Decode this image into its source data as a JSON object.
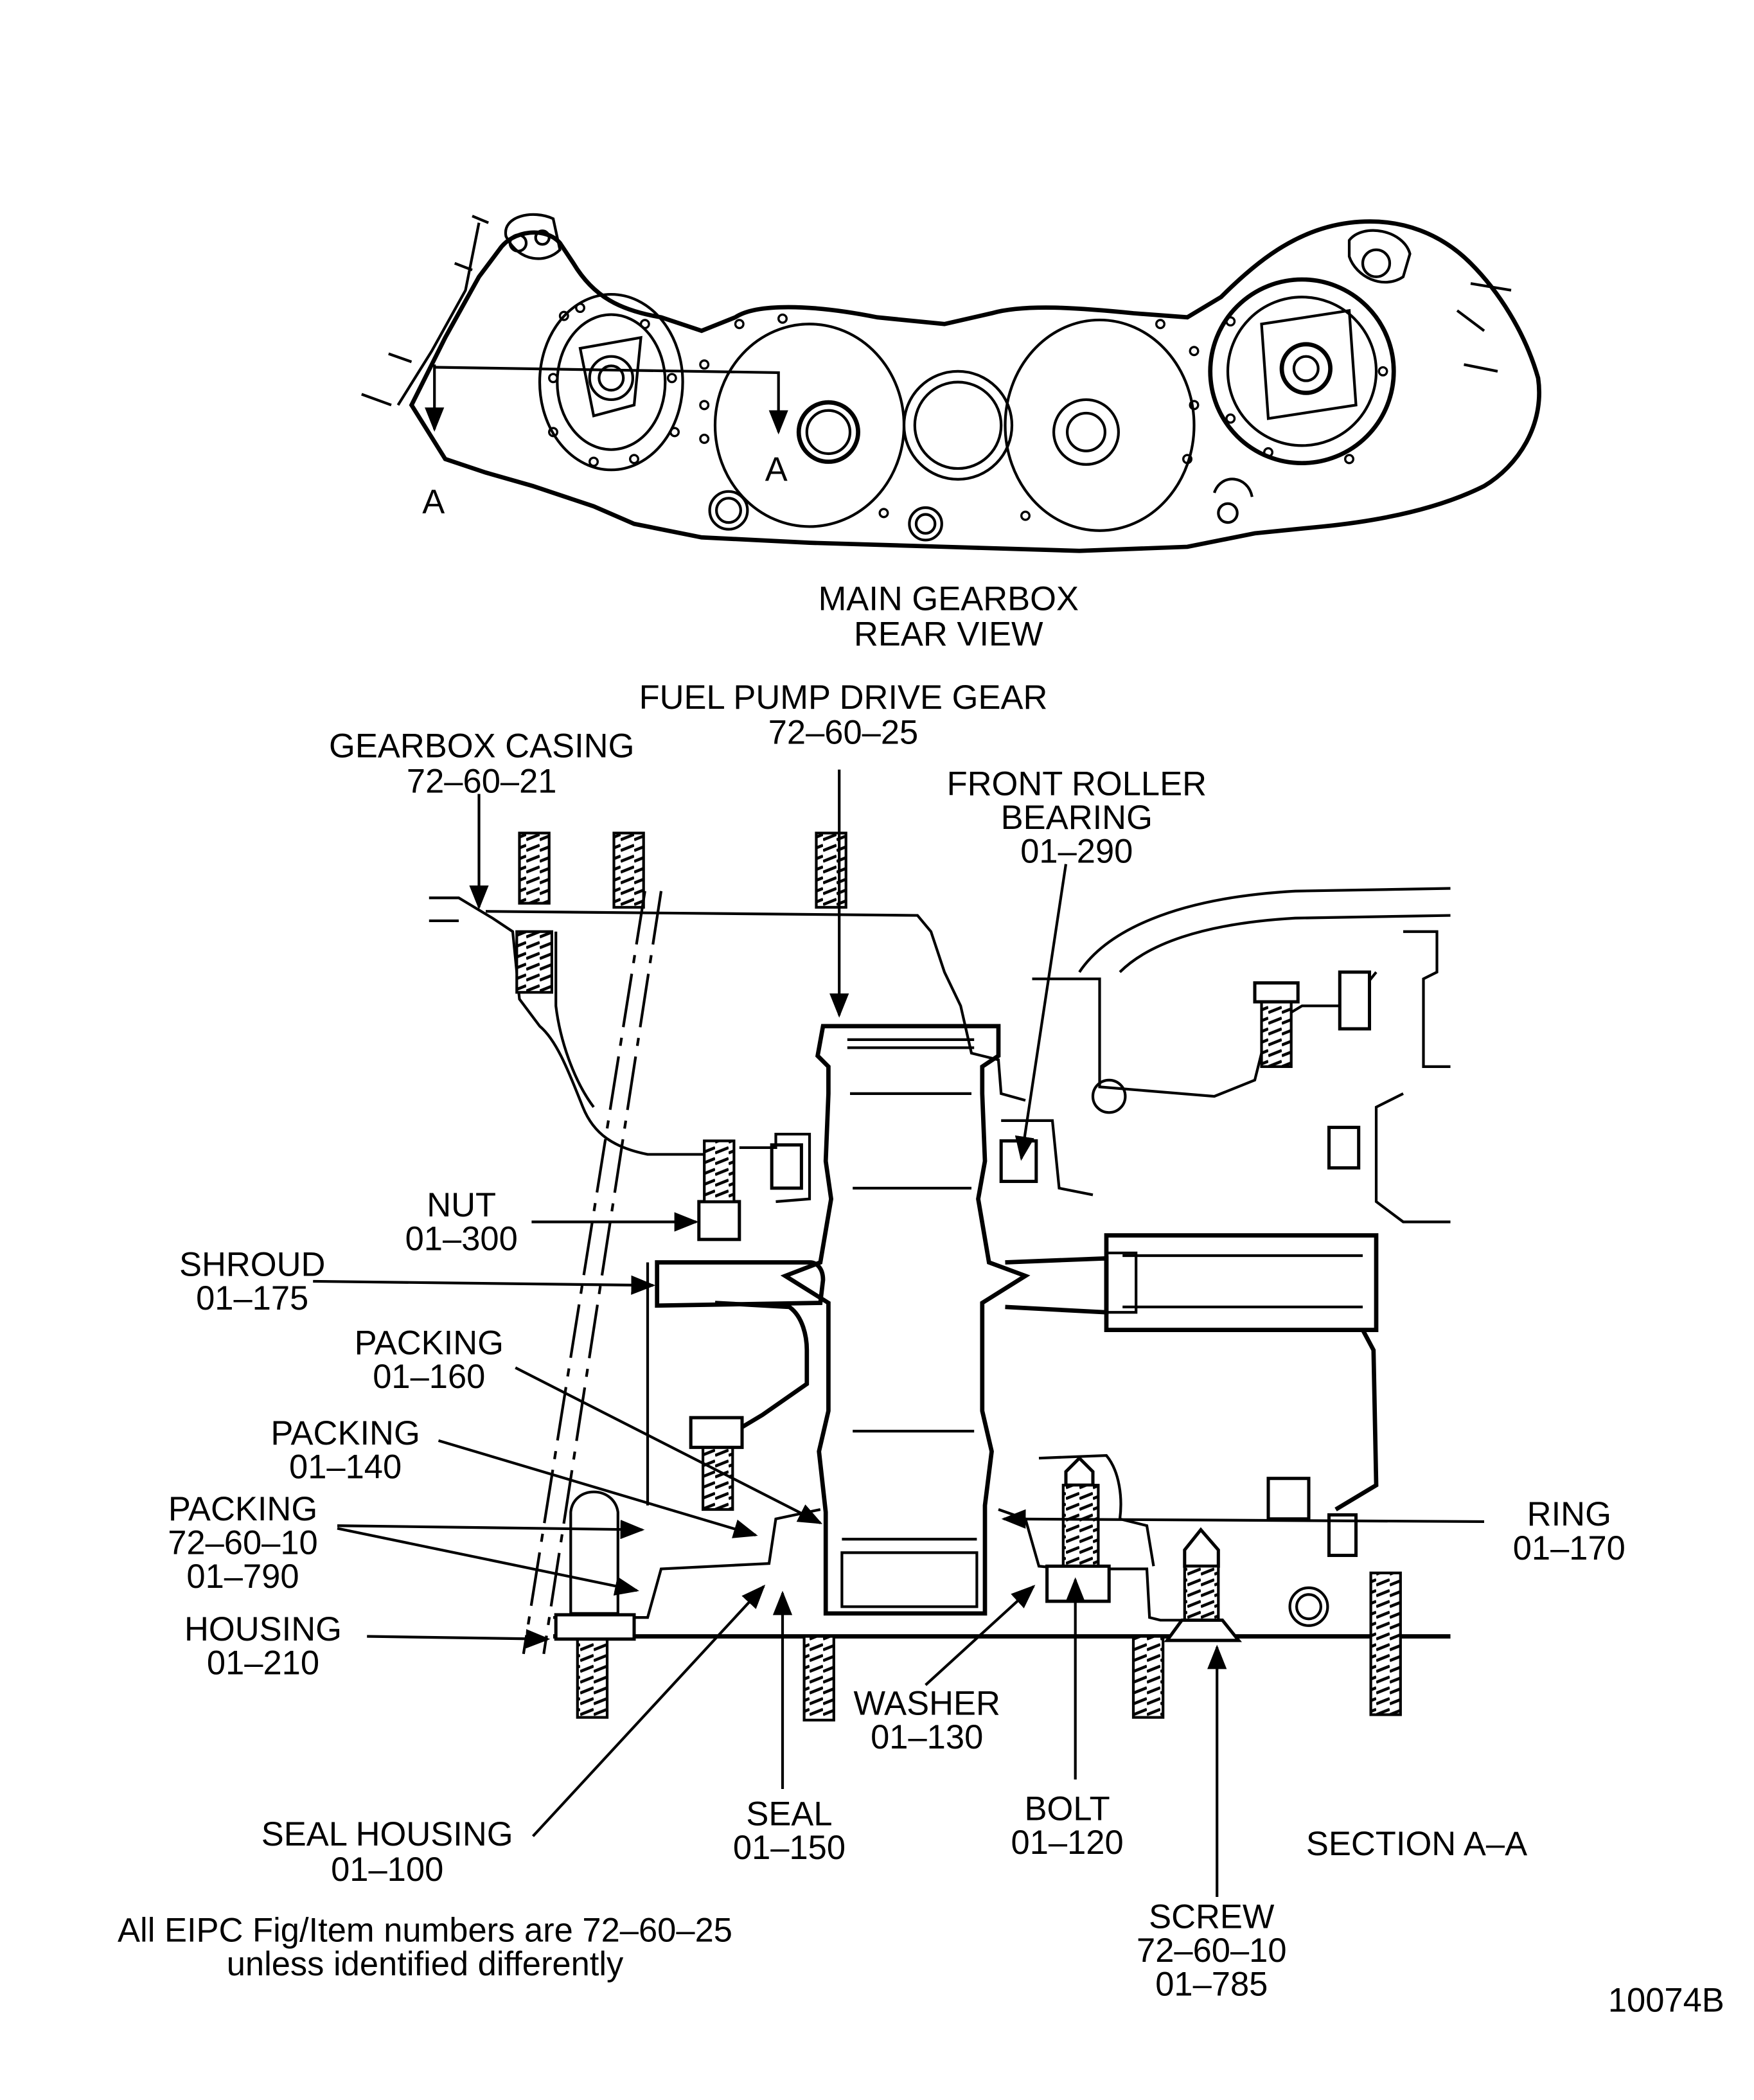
{
  "figure_id": "10074B",
  "top_view": {
    "title_line1": "MAIN GEARBOX",
    "title_line2": "REAR VIEW",
    "section_marker_left": "A",
    "section_marker_right": "A"
  },
  "section": {
    "title": "SECTION A–A"
  },
  "callouts": [
    {
      "id": "fuel-pump-drive-gear",
      "lines": [
        "FUEL PUMP DRIVE GEAR",
        "72–60–25"
      ]
    },
    {
      "id": "gearbox-casing",
      "lines": [
        "GEARBOX CASING",
        "72–60–21"
      ]
    },
    {
      "id": "front-roller-bearing",
      "lines": [
        "FRONT ROLLER",
        "BEARING",
        "01–290"
      ]
    },
    {
      "id": "nut",
      "lines": [
        "NUT",
        "01–300"
      ]
    },
    {
      "id": "shroud",
      "lines": [
        "SHROUD",
        "01–175"
      ]
    },
    {
      "id": "packing-160",
      "lines": [
        "PACKING",
        "01–160"
      ]
    },
    {
      "id": "packing-140",
      "lines": [
        "PACKING",
        "01–140"
      ]
    },
    {
      "id": "packing-790",
      "lines": [
        "PACKING",
        "72–60–10",
        "01–790"
      ]
    },
    {
      "id": "housing",
      "lines": [
        "HOUSING",
        "01–210"
      ]
    },
    {
      "id": "ring",
      "lines": [
        "RING",
        "01–170"
      ]
    },
    {
      "id": "washer",
      "lines": [
        "WASHER",
        "01–130"
      ]
    },
    {
      "id": "seal-housing",
      "lines": [
        "SEAL HOUSING",
        "01–100"
      ]
    },
    {
      "id": "seal",
      "lines": [
        "SEAL",
        "01–150"
      ]
    },
    {
      "id": "bolt",
      "lines": [
        "BOLT",
        "01–120"
      ]
    },
    {
      "id": "screw",
      "lines": [
        "SCREW",
        "72–60–10",
        "01–785"
      ]
    }
  ],
  "note": {
    "line1": "All EIPC Fig/Item numbers are 72–60–25",
    "line2": "unless identified differently"
  }
}
